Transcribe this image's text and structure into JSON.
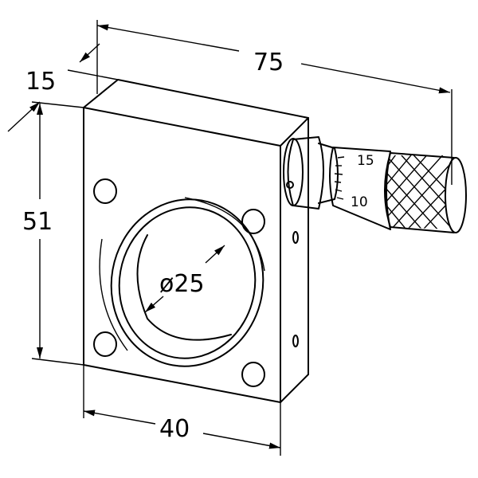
{
  "title": "Micrometer mount technical drawing",
  "dimensions": {
    "overall_length": "75",
    "depth": "15",
    "height": "51",
    "width": "40",
    "bore_diameter": "ø25"
  },
  "micrometer_scale": {
    "upper": "15",
    "lower": "10"
  },
  "colors": {
    "line": "#000000",
    "background": "#ffffff"
  }
}
